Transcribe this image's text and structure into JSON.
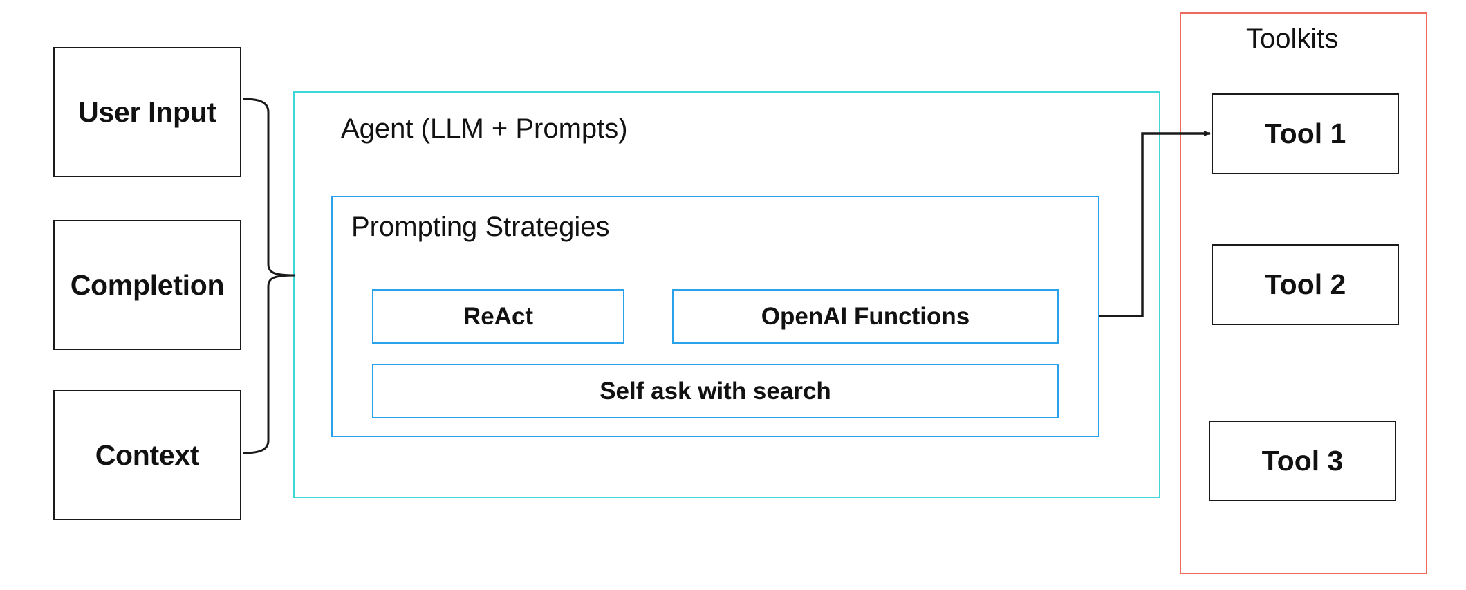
{
  "inputs": {
    "user_input": "User Input",
    "completion": "Completion",
    "context": "Context"
  },
  "agent": {
    "title": "Agent (LLM + Prompts)",
    "strategies": {
      "title": "Prompting Strategies",
      "items": [
        "ReAct",
        "OpenAI Functions",
        "Self ask with search"
      ]
    }
  },
  "toolkits": {
    "title": "Toolkits",
    "tools": [
      "Tool 1",
      "Tool 2",
      "Tool 3"
    ]
  },
  "colors": {
    "agent_border": "#3fd6d6",
    "strategy_border": "#2aa1e8",
    "toolkit_border": "#ee6a5c",
    "box_border": "#1a1a1a"
  },
  "icons": {
    "input_group": "curly-brace",
    "tool_link": "arrow-right"
  }
}
